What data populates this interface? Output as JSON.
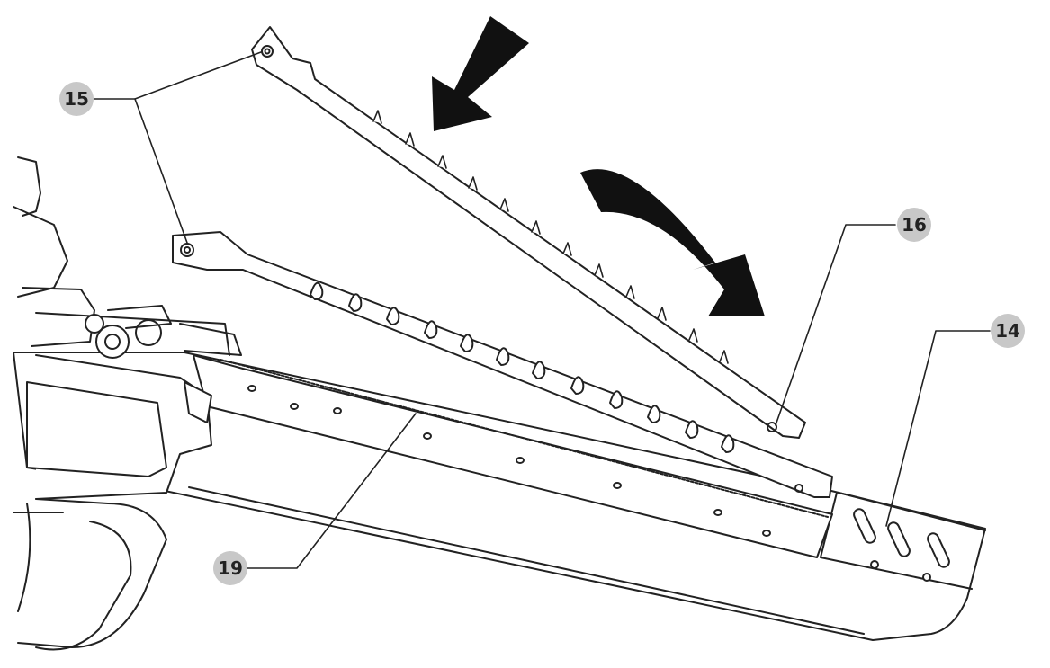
{
  "figure": {
    "callouts": [
      {
        "id": "c15",
        "label": "15"
      },
      {
        "id": "c16",
        "label": "16"
      },
      {
        "id": "c14",
        "label": "14"
      },
      {
        "id": "c19",
        "label": "19"
      }
    ]
  },
  "colors": {
    "line": "#222222",
    "callout_fill": "#c8c8c8",
    "arrow": "#111111",
    "background": "#ffffff"
  },
  "icons": {
    "straight_arrow": "arrow-down-left-icon",
    "curved_arrow": "curved-arrow-down-icon"
  }
}
